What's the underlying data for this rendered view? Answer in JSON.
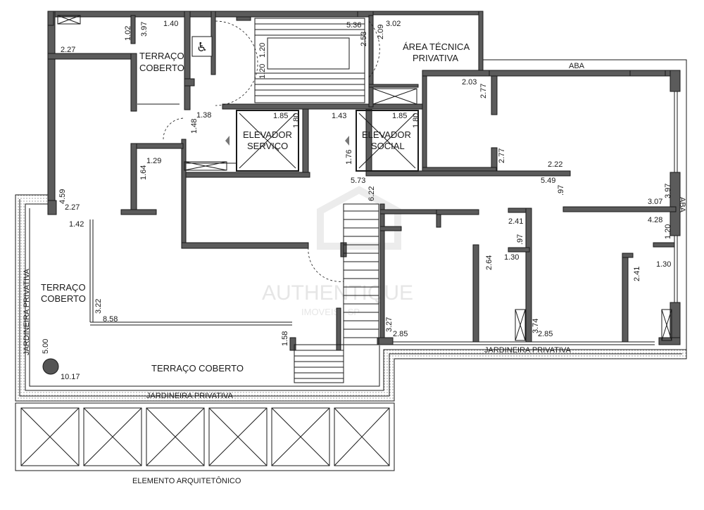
{
  "rooms": {
    "terraco_coberto_top": [
      "TERRAÇO",
      "COBERTO"
    ],
    "terraco_coberto_left": [
      "TERRAÇO",
      "COBERTO"
    ],
    "terraco_coberto_bottom": "TERRAÇO COBERTO",
    "area_tecnica": [
      "ÁREA TÉCNICA",
      "PRIVATIVA"
    ],
    "elevador_servico": [
      "ELEVADOR",
      "SERVIÇO"
    ],
    "elevador_social": [
      "ELEVADOR",
      "SOCIAL"
    ],
    "aba_top": "ABA",
    "aba_right": "ABA",
    "jardineira_left": "JARDINEIRA PRIVATIVA",
    "jardineira_bottom": "JARDINEIRA PRIVATIVA",
    "jardineira_right": "JARDINEIRA PRIVATIVA",
    "elemento_arquitetonico": "ELEMENTO ARQUITETÔNICO"
  },
  "dimensions": {
    "d_1_02": "1.02",
    "d_3_97_a": "3.97",
    "d_1_40": "1.40",
    "d_2_27_a": "2.27",
    "d_1_20_a": "1.20",
    "d_1_20_b": "1.20",
    "d_5_36": "5.36",
    "d_2_53": "2.53",
    "d_2_09": "2.09",
    "d_3_02": "3.02",
    "d_1_38": "1.38",
    "d_1_48": "1.48",
    "d_1_85_a": "1.85",
    "d_1_80_a": "1.80",
    "d_1_43": "1.43",
    "d_1_85_b": "1.85",
    "d_1_80_b": "1.80",
    "d_2_03": "2.03",
    "d_2_77_a": "2.77",
    "d_2_77_b": "2.77",
    "d_2_22": "2.22",
    "d_1_29": "1.29",
    "d_1_64": "1.64",
    "d_1_76": "1.76",
    "d_5_73": "5.73",
    "d_6_22": "6.22",
    "d_5_49": "5.49",
    "d_97_a": ".97",
    "d_3_97_b": "3.97",
    "d_3_07": "3.07",
    "d_4_59": "4.59",
    "d_2_27_b": "2.27",
    "d_1_42": "1.42",
    "d_2_41_a": "2.41",
    "d_97_b": ".97",
    "d_4_28": "4.28",
    "d_1_20_c": "1.20",
    "d_2_64": "2.64",
    "d_1_30_a": "1.30",
    "d_1_30_b": "1.30",
    "d_2_41_b": "2.41",
    "d_3_22": "3.22",
    "d_8_58": "8.58",
    "d_3_27": "3.27",
    "d_2_85_a": "2.85",
    "d_3_74": "3.74",
    "d_2_85_b": "2.85",
    "d_1_58": "1.58",
    "d_5_00": "5.00",
    "d_10_17": "10.17"
  },
  "watermark": [
    "AUTHENTIQUE",
    "IMOVEIS · SP"
  ],
  "colors": {
    "wall": "#5b5b5b",
    "line": "#1a1a1a",
    "planter": "#cfcfcf"
  }
}
